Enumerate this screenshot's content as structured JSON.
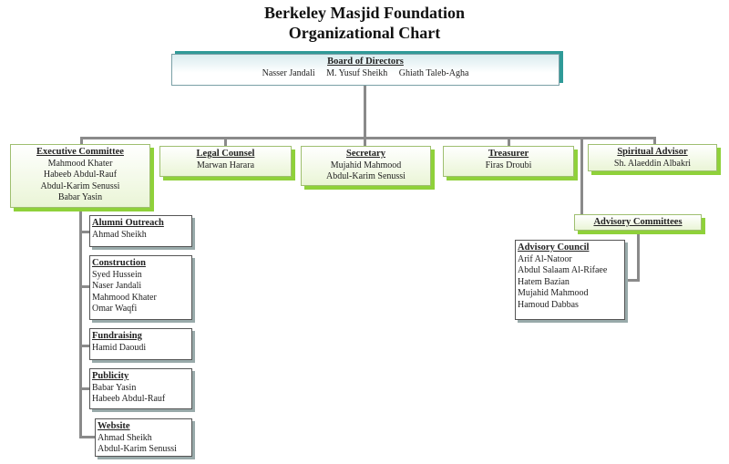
{
  "title": {
    "line1": "Berkeley Masjid Foundation",
    "line2": "Organizational Chart"
  },
  "board": {
    "heading": "Board of Directors",
    "members": [
      "Nasser Jandali",
      "M. Yusuf Sheikh",
      "Ghiath Taleb-Agha"
    ]
  },
  "executive": {
    "heading": "Executive Committee",
    "members": [
      "Mahmood Khater",
      "Habeeb Abdul-Rauf",
      "Abdul-Karim Senussi",
      "Babar Yasin"
    ]
  },
  "legal": {
    "heading": "Legal Counsel",
    "members": [
      "Marwan Harara"
    ]
  },
  "secretary": {
    "heading": "Secretary",
    "members": [
      "Mujahid Mahmood",
      "Abdul-Karim Senussi"
    ]
  },
  "treasurer": {
    "heading": "Treasurer",
    "members": [
      "Firas Droubi"
    ]
  },
  "spiritual": {
    "heading": "Spiritual Advisor",
    "members": [
      "Sh. Alaeddin Albakri"
    ]
  },
  "advisory_committees": {
    "heading": "Advisory Committees"
  },
  "advisory_council": {
    "heading": "Advisory Council",
    "members": [
      "Arif Al-Natoor",
      "Abdul Salaam Al-Rifaee",
      "Hatem Bazian",
      "Mujahid Mahmood",
      "Hamoud Dabbas"
    ]
  },
  "alumni": {
    "heading": "Alumni Outreach",
    "members": [
      "Ahmad Sheikh"
    ]
  },
  "construction": {
    "heading": "Construction",
    "members": [
      "Syed Hussein",
      "Naser Jandali",
      "Mahmood Khater",
      "Omar Waqfi"
    ]
  },
  "fundraising": {
    "heading": "Fundraising",
    "members": [
      "Hamid Daoudi"
    ]
  },
  "publicity": {
    "heading": "Publicity",
    "members": [
      "Babar Yasin",
      "Habeeb Abdul-Rauf"
    ]
  },
  "website": {
    "heading": "Website",
    "members": [
      "Ahmad Sheikh",
      "Abdul-Karim Senussi"
    ]
  }
}
